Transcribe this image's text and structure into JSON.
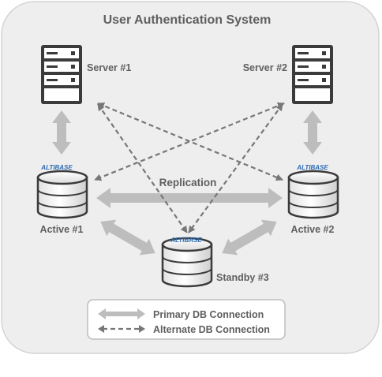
{
  "diagram": {
    "title": "User Authentication System",
    "servers": [
      {
        "label": "Server #1"
      },
      {
        "label": "Server #2"
      }
    ],
    "databases": [
      {
        "label": "Active #1",
        "brand": "ALTIBASE"
      },
      {
        "label": "Active #2",
        "brand": "ALTIBASE"
      },
      {
        "label": "Standby #3",
        "brand": "ALTIBASE"
      }
    ],
    "replication_label": "Replication",
    "legend": {
      "primary": "Primary DB Connection",
      "alternate": "Alternate DB Connection"
    },
    "colors": {
      "panel": "#eeeeee",
      "panel_border": "#d4d4d4",
      "arrow": "#bdbdbd",
      "dashed": "#777777",
      "text": "#5f5f5f",
      "brand": "#2c6bb3"
    }
  }
}
